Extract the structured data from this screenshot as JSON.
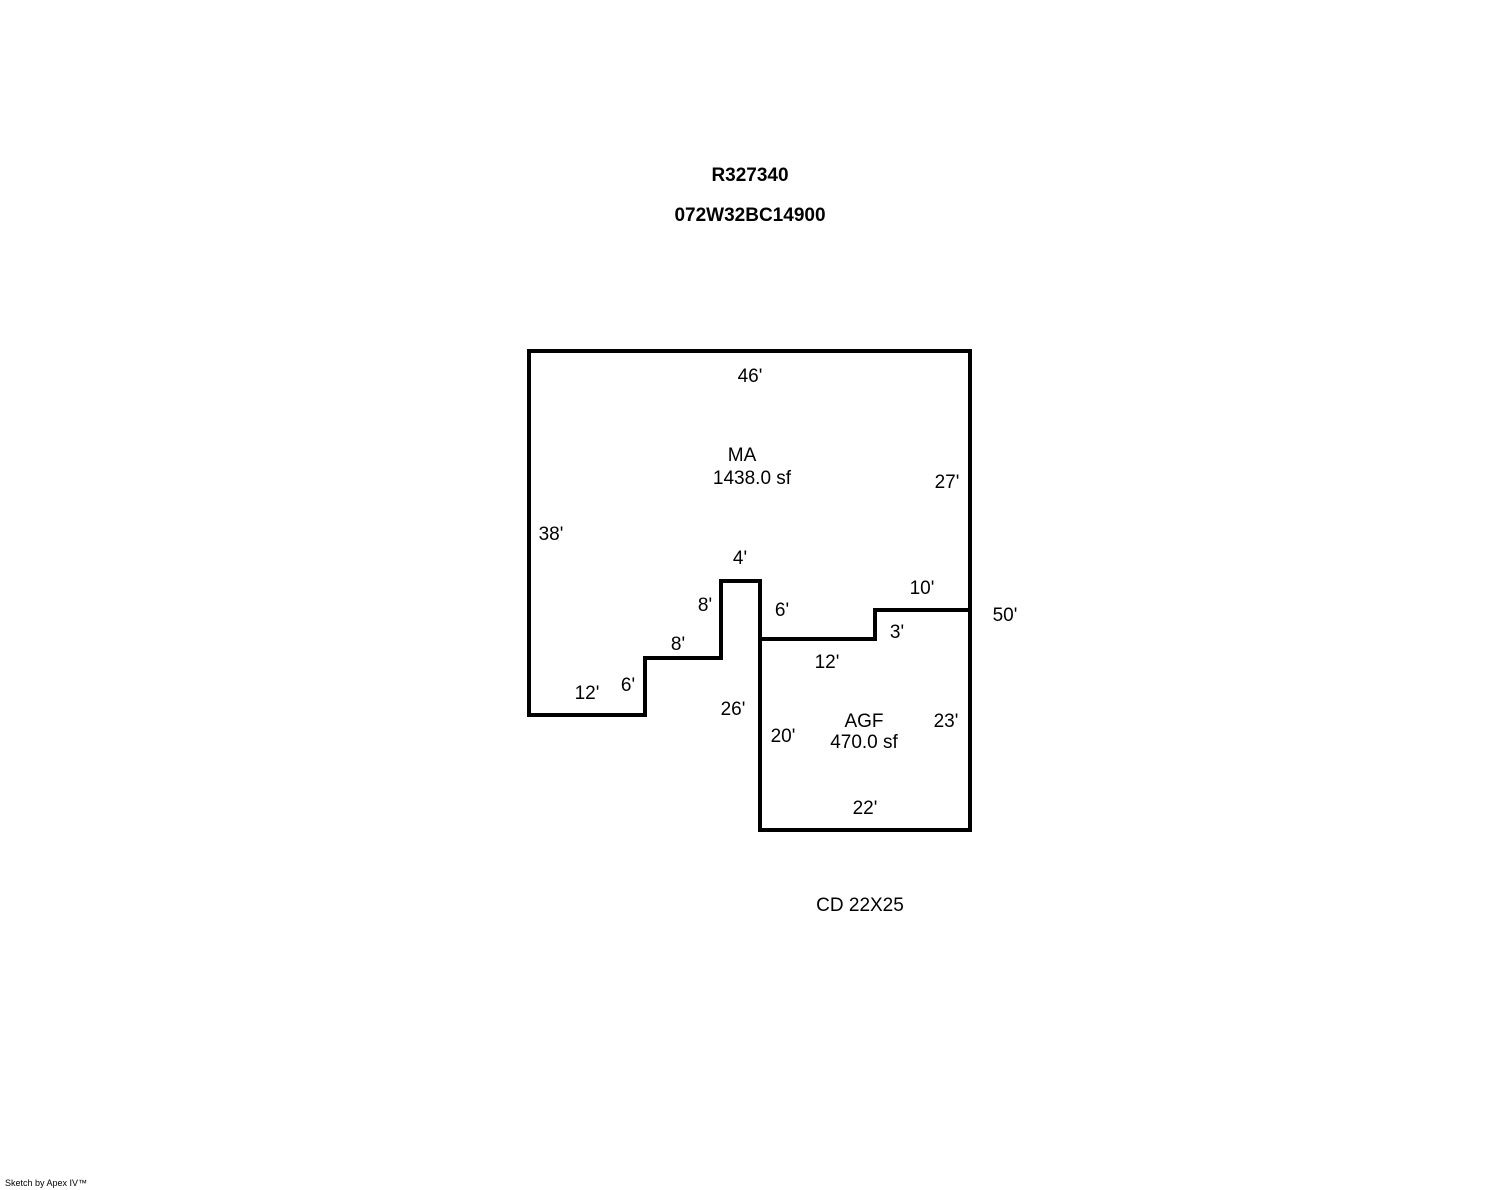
{
  "header": {
    "account_id": "R327340",
    "map_tax_lot": "072W32BC14900"
  },
  "areas": [
    {
      "code": "MA",
      "area": "1438.0 sf"
    },
    {
      "code": "AGF",
      "area": "470.0 sf"
    }
  ],
  "dimensions": {
    "ma_top": "46'",
    "ma_right": "27'",
    "ma_left": "38'",
    "ma_bottom": "12'",
    "step1": "6'",
    "step2": "8'",
    "step3": "8'",
    "notch_top": "4'",
    "notch_right": "6'",
    "total_right": "50'",
    "agf_step_top": "10'",
    "agf_step_side": "3'",
    "agf_top": "12'",
    "agf_left_outer": "26'",
    "agf_left": "20'",
    "agf_right": "23'",
    "agf_bottom": "22'"
  },
  "note": "CD 22X25",
  "footer": "Sketch by Apex IV™",
  "colors": {
    "line": "#000000",
    "background": "#ffffff"
  }
}
